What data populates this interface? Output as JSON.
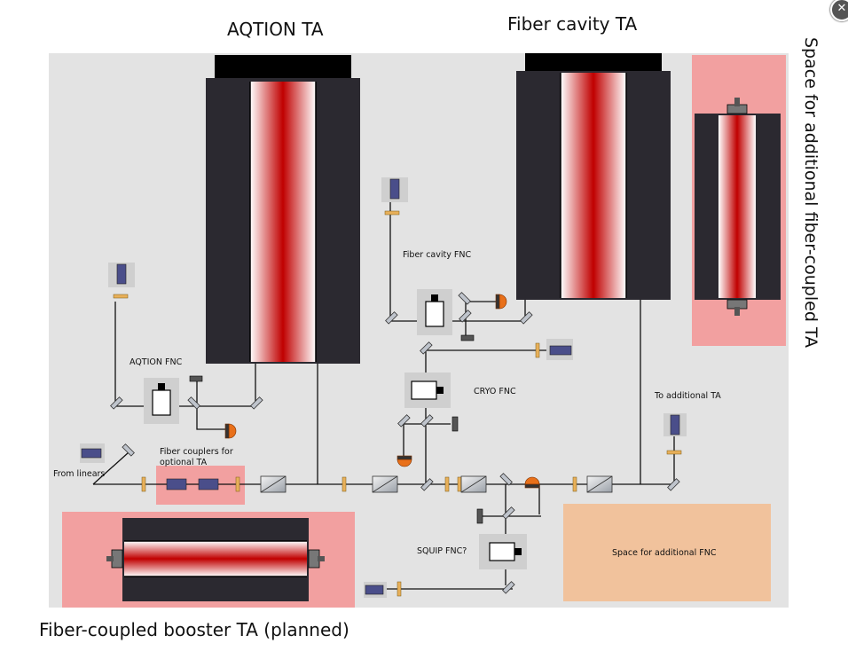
{
  "titles": {
    "aqtion_ta": "AQTION TA",
    "fiber_cavity_ta": "Fiber cavity TA",
    "additional_ta": "Space for additional fiber-coupled TA",
    "booster_ta": "Fiber-coupled booster TA (planned)"
  },
  "labels": {
    "aqtion_fnc": "AQTION FNC",
    "fiber_cavity_fnc": "Fiber cavity FNC",
    "cryo_fnc": "CRYO FNC",
    "to_additional_ta": "To additional TA",
    "fiber_couplers_line1": "Fiber couplers for",
    "fiber_couplers_line2": "optional TA",
    "from_linears": "From linears",
    "squip_fnc": "SQUIP FNC?",
    "space_additional_fnc": "Space for additional FNC"
  },
  "colors": {
    "board": "#e3e3e3",
    "ta_body": "#2b2930",
    "ta_gain_red": "#c00000",
    "highlight_pink": "#f2a0a0",
    "fnc_space_orange": "#f1c29c",
    "photodiode_orange": "#e8701a",
    "waveplate_amber": "#e8b05a"
  }
}
